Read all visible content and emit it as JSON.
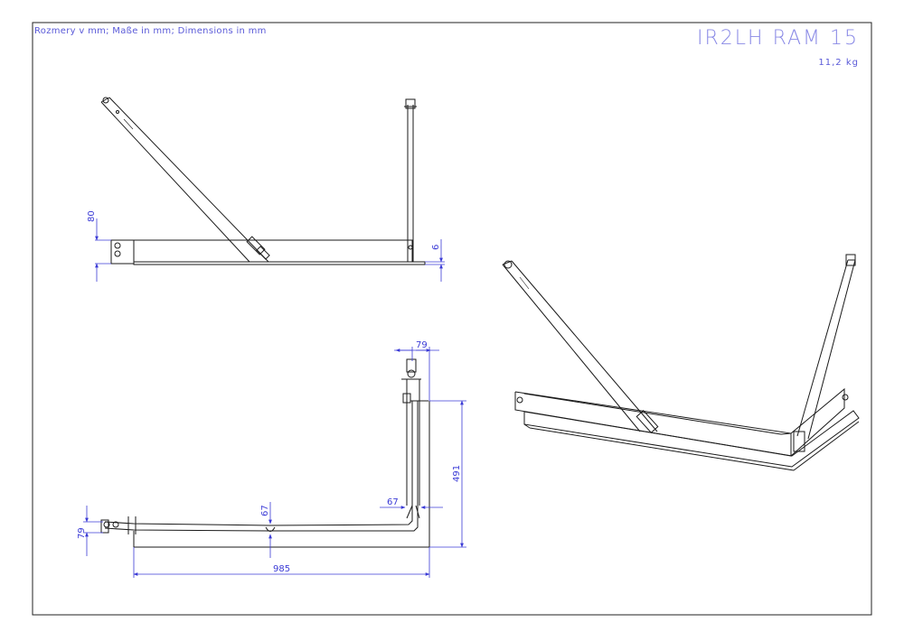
{
  "sheet": {
    "units_note": "Rozmery v mm; Maße in mm; Dimensions in mm",
    "model": "IR2LH RAM 15",
    "weight": "11,2 kg"
  },
  "dimensions": {
    "side_height": "80",
    "side_thickness": "6",
    "top_offset": "79",
    "height": "491",
    "inner_offset": "67",
    "mid_offset": "67",
    "left_offset": "79",
    "length": "985"
  },
  "colors": {
    "outline": "#1a1a1a",
    "dimension": "#3b3bd6",
    "border": "#222222"
  }
}
